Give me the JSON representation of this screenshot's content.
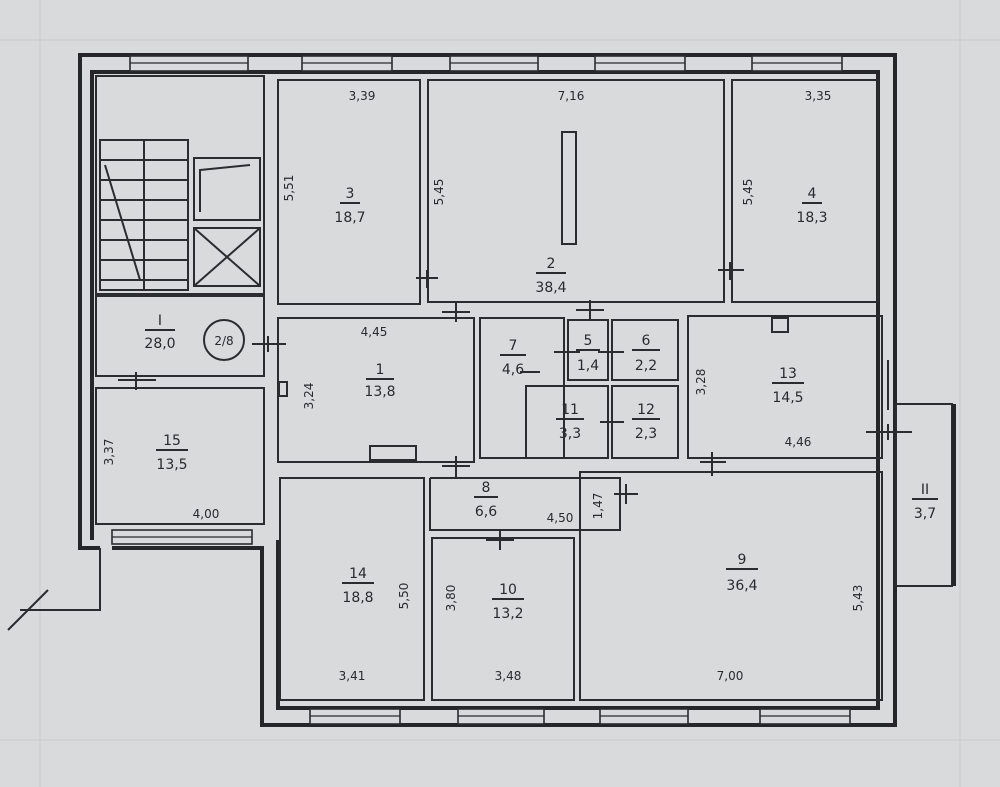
{
  "rooms": [
    {
      "id": "1",
      "area": "13,8"
    },
    {
      "id": "2",
      "area": "38,4"
    },
    {
      "id": "3",
      "area": "18,7"
    },
    {
      "id": "4",
      "area": "18,3"
    },
    {
      "id": "5",
      "area": "1,4"
    },
    {
      "id": "6",
      "area": "2,2"
    },
    {
      "id": "7",
      "area": "4,6"
    },
    {
      "id": "8",
      "area": "6,6"
    },
    {
      "id": "9",
      "area": "36,4"
    },
    {
      "id": "10",
      "area": "13,2"
    },
    {
      "id": "11",
      "area": "3,3"
    },
    {
      "id": "12",
      "area": "2,3"
    },
    {
      "id": "13",
      "area": "14,5"
    },
    {
      "id": "14",
      "area": "18,8"
    },
    {
      "id": "15",
      "area": "13,5"
    },
    {
      "id": "I",
      "area": "28,0"
    },
    {
      "id": "II",
      "area": "3,7"
    }
  ],
  "stair_mark": "2/8",
  "dimensions": {
    "r3_top": "3,39",
    "r3_side": "5,51",
    "r2_top": "7,16",
    "r2_side": "5,45",
    "r4_top": "3,35",
    "r4_side": "5,45",
    "r1_top": "4,45",
    "r1_side": "3,24",
    "r13_side": "3,28",
    "r13_bottom": "4,46",
    "r15_side": "3,37",
    "r15_bottom": "4,00",
    "r8_len": "4,50",
    "r8_side": "1,47",
    "r14_side": "5,50",
    "r14_bottom": "3,41",
    "r10_side": "3,80",
    "r10_bottom": "3,48",
    "r9_side": "5,43",
    "r9_bottom": "7,00"
  }
}
